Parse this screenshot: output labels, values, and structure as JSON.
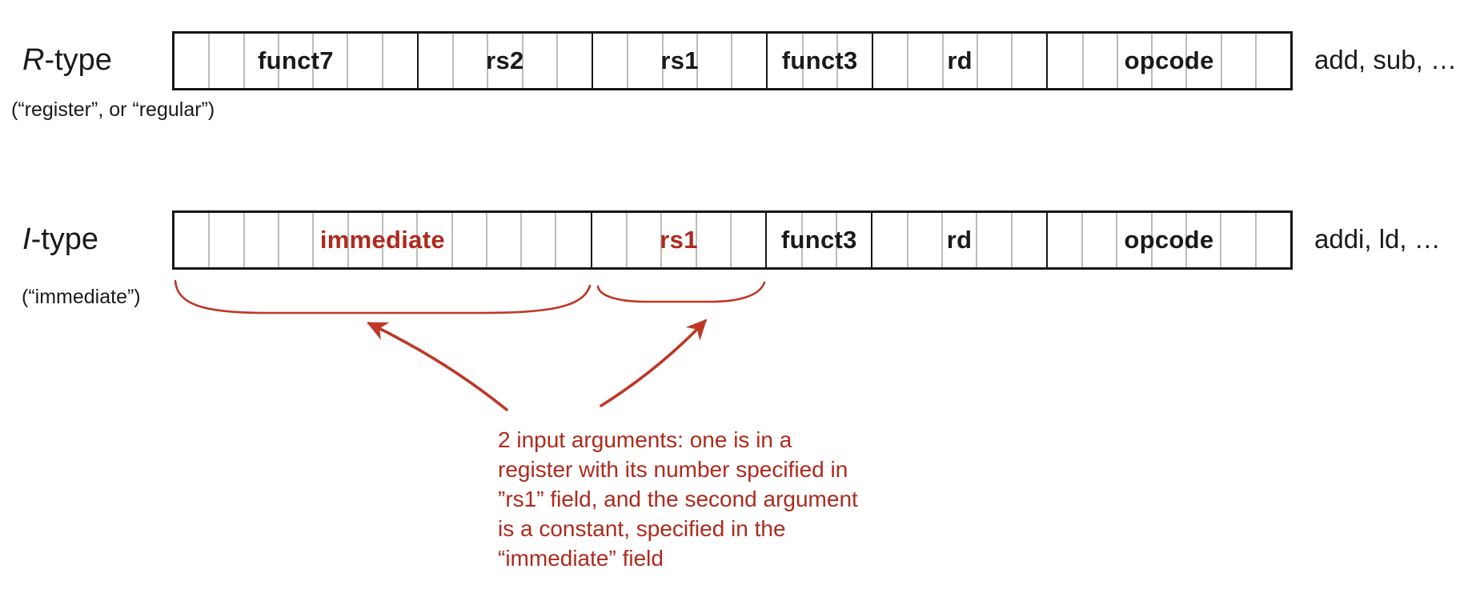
{
  "colors": {
    "text_black": "#1a1a1a",
    "field_red": "#AE2A1D",
    "note_red": "#AE2A1D",
    "stroke_red": "#BE3726",
    "grid_gray": "#bcbcbc",
    "border_black": "#161616"
  },
  "total_bits": 32,
  "rows": [
    {
      "name": "r-type",
      "label_prefix": "R",
      "label_suffix": "-type",
      "caption": "(“register”, or “regular”)",
      "examples": "add, sub, …",
      "fields": [
        {
          "name": "funct7",
          "bits": 7,
          "red": false
        },
        {
          "name": "rs2",
          "bits": 5,
          "red": false
        },
        {
          "name": "rs1",
          "bits": 5,
          "red": false
        },
        {
          "name": "funct3",
          "bits": 3,
          "red": false
        },
        {
          "name": "rd",
          "bits": 5,
          "red": false
        },
        {
          "name": "opcode",
          "bits": 7,
          "red": false
        }
      ]
    },
    {
      "name": "i-type",
      "label_prefix": "I",
      "label_suffix": "-type",
      "caption": "(“immediate”)",
      "examples": "addi, ld, …",
      "fields": [
        {
          "name": "immediate",
          "bits": 12,
          "red": true
        },
        {
          "name": "rs1",
          "bits": 5,
          "red": true
        },
        {
          "name": "funct3",
          "bits": 3,
          "red": false
        },
        {
          "name": "rd",
          "bits": 5,
          "red": false
        },
        {
          "name": "opcode",
          "bits": 7,
          "red": false
        }
      ]
    }
  ],
  "annotation": {
    "note_lines": [
      "2 input arguments: one is in a",
      "register with its number specified in",
      "”rs1” field, and the second argument",
      "is a constant, specified in the",
      "“immediate” field"
    ]
  }
}
